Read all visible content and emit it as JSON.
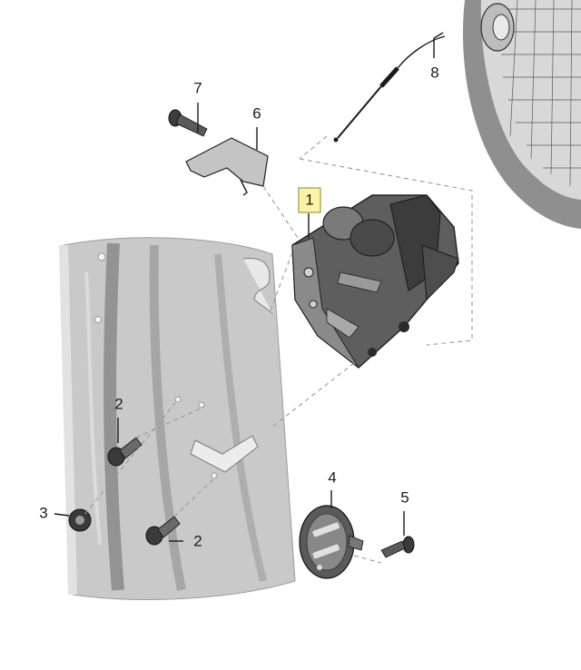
{
  "diagram": {
    "callouts": [
      {
        "id": "1",
        "label": "1",
        "highlighted": true
      },
      {
        "id": "2a",
        "label": "2"
      },
      {
        "id": "2b",
        "label": "2"
      },
      {
        "id": "3",
        "label": "3"
      },
      {
        "id": "4",
        "label": "4"
      },
      {
        "id": "5",
        "label": "5"
      },
      {
        "id": "6",
        "label": "6"
      },
      {
        "id": "7",
        "label": "7"
      },
      {
        "id": "8",
        "label": "8"
      }
    ],
    "colors": {
      "panel": "#c6c6c6",
      "panel_dark": "#8d8d8d",
      "part_dark": "#3a3a3a",
      "part_mid": "#6b6b6b",
      "highlight": "#fdf3a6",
      "line": "#1a1a1a"
    }
  }
}
